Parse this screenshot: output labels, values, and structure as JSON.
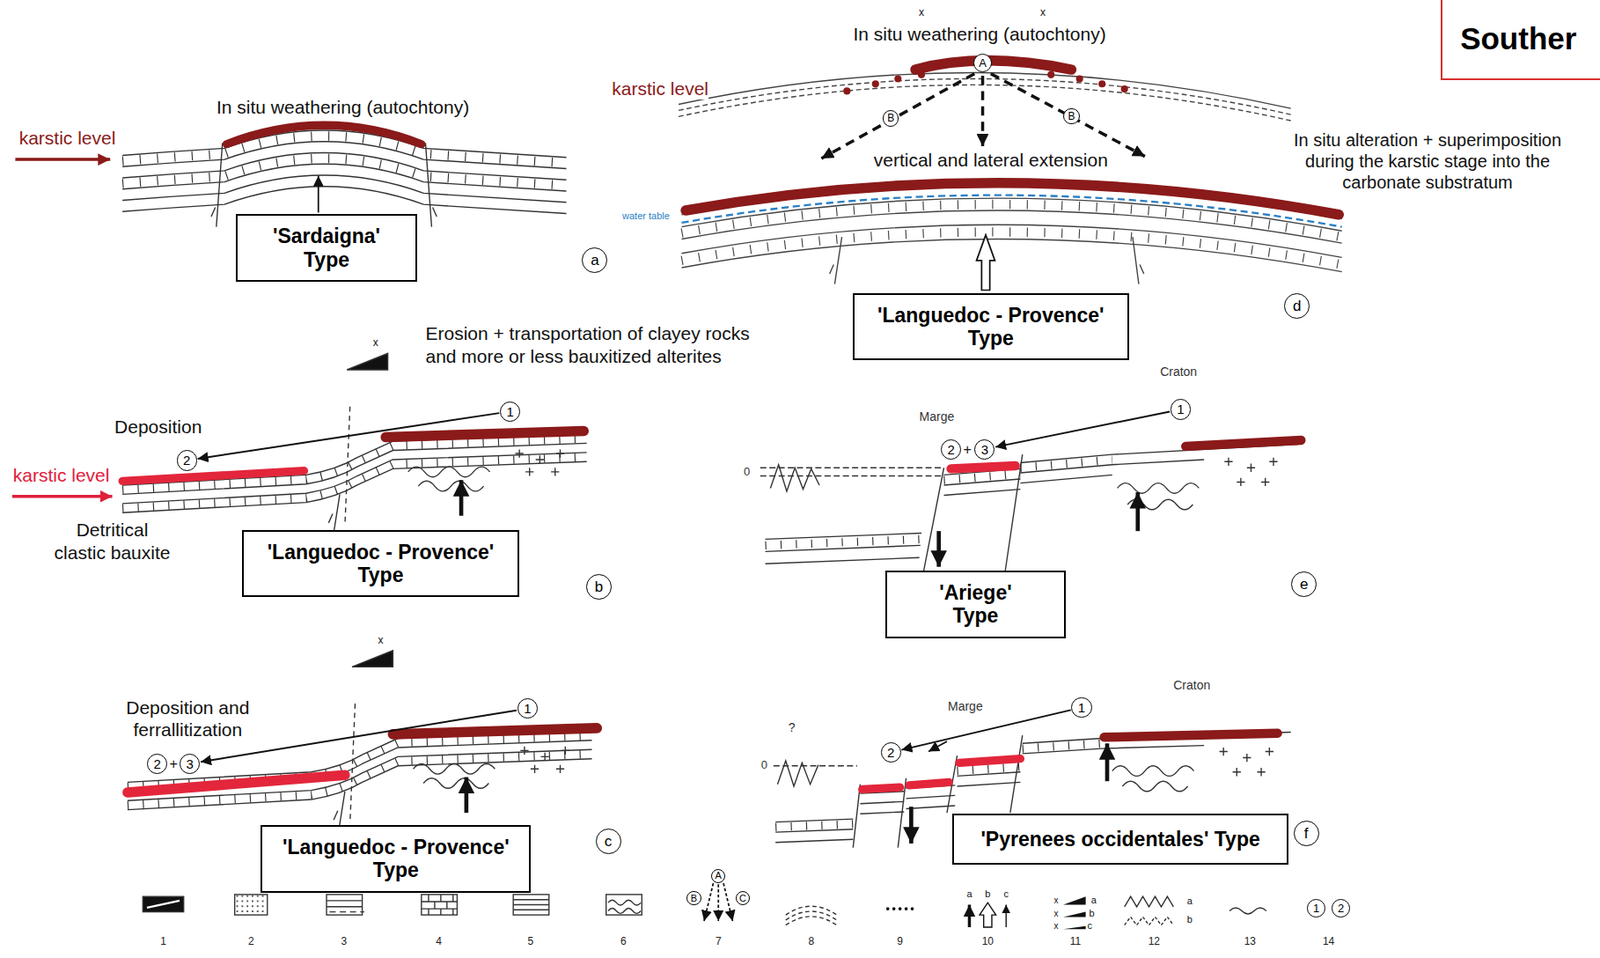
{
  "diagram": {
    "nodes": [
      {
        "text": [
          "Souther"
        ]
      },
      {
        "text": [
          "A"
        ]
      },
      {
        "text": [
          "B"
        ]
      },
      {
        "text": [
          "B"
        ]
      },
      {
        "text": [
          "'Sardaigna' Type"
        ]
      },
      {
        "text": [
          "a"
        ]
      },
      {
        "text": [
          "'Languedoc - Provence' Type"
        ]
      },
      {
        "text": [
          "d"
        ]
      },
      {
        "text": [
          "1"
        ]
      },
      {
        "text": [
          "1"
        ]
      },
      {
        "text": [
          "2"
        ]
      },
      {
        "text": [
          "3"
        ]
      },
      {
        "text": [
          "2"
        ]
      },
      {
        "text": [
          "'Languedoc - Provence' Type"
        ]
      },
      {
        "text": [
          "e"
        ]
      },
      {
        "text": [
          "b"
        ]
      },
      {
        "text": [
          "'Ariege' Type"
        ]
      },
      {
        "text": [
          "1"
        ]
      },
      {
        "text": [
          "1"
        ]
      },
      {
        "text": [
          "2"
        ]
      },
      {
        "text": [
          "3"
        ]
      },
      {
        "text": [
          "2"
        ]
      },
      {
        "text": [
          "'Pyrenees occidentales' Type"
        ]
      },
      {
        "text": [
          "f"
        ]
      },
      {
        "text": [
          "c"
        ]
      },
      {
        "text": [
          "'Languedoc - Provence' Type"
        ]
      },
      {
        "text": [
          "A"
        ]
      },
      {
        "text": [
          "B"
        ]
      },
      {
        "text": [
          "C"
        ]
      },
      {
        "text": [
          "1"
        ]
      },
      {
        "text": [
          "2"
        ]
      }
    ],
    "edges": [
      {
        "from": 8,
        "to": 12,
        "arrow": "to"
      },
      {
        "from": 9,
        "to": 11,
        "arrow": "to"
      },
      {
        "from": 17,
        "to": 20,
        "arrow": "to"
      },
      {
        "from": 18,
        "to": 21,
        "arrow": "to"
      }
    ],
    "labels": [
      "In situ weathering (autochtony)",
      "x",
      "x",
      "karstic level",
      "x",
      "x",
      "In situ weathering (autochtony)",
      "karstic level",
      "In situ alteration + superimposition during the karstic stage into the carbonate substratum",
      "vertical and lateral extension",
      "water table",
      "Erosion + transportation of clayey rocks and more or less bauxitized alterites",
      "x",
      "Craton",
      "Deposition",
      "Marge",
      "0",
      "karstic level",
      "Detritical clastic bauxite",
      "+",
      "x",
      "Deposition and ferrallitization",
      "Craton",
      "Marge",
      "+",
      "?",
      "0",
      "a",
      "b",
      "c",
      "x",
      "a",
      "x",
      "b",
      "x",
      "c",
      "a",
      "b"
    ],
    "legend": [
      {
        "text": "1"
      },
      {
        "text": "2"
      },
      {
        "text": "3"
      },
      {
        "text": "4"
      },
      {
        "text": "5"
      },
      {
        "text": "6"
      },
      {
        "text": "7"
      },
      {
        "text": "8"
      },
      {
        "text": "9"
      },
      {
        "text": "10"
      },
      {
        "text": "11"
      },
      {
        "text": "12"
      },
      {
        "text": "13"
      },
      {
        "text": "14"
      }
    ]
  }
}
